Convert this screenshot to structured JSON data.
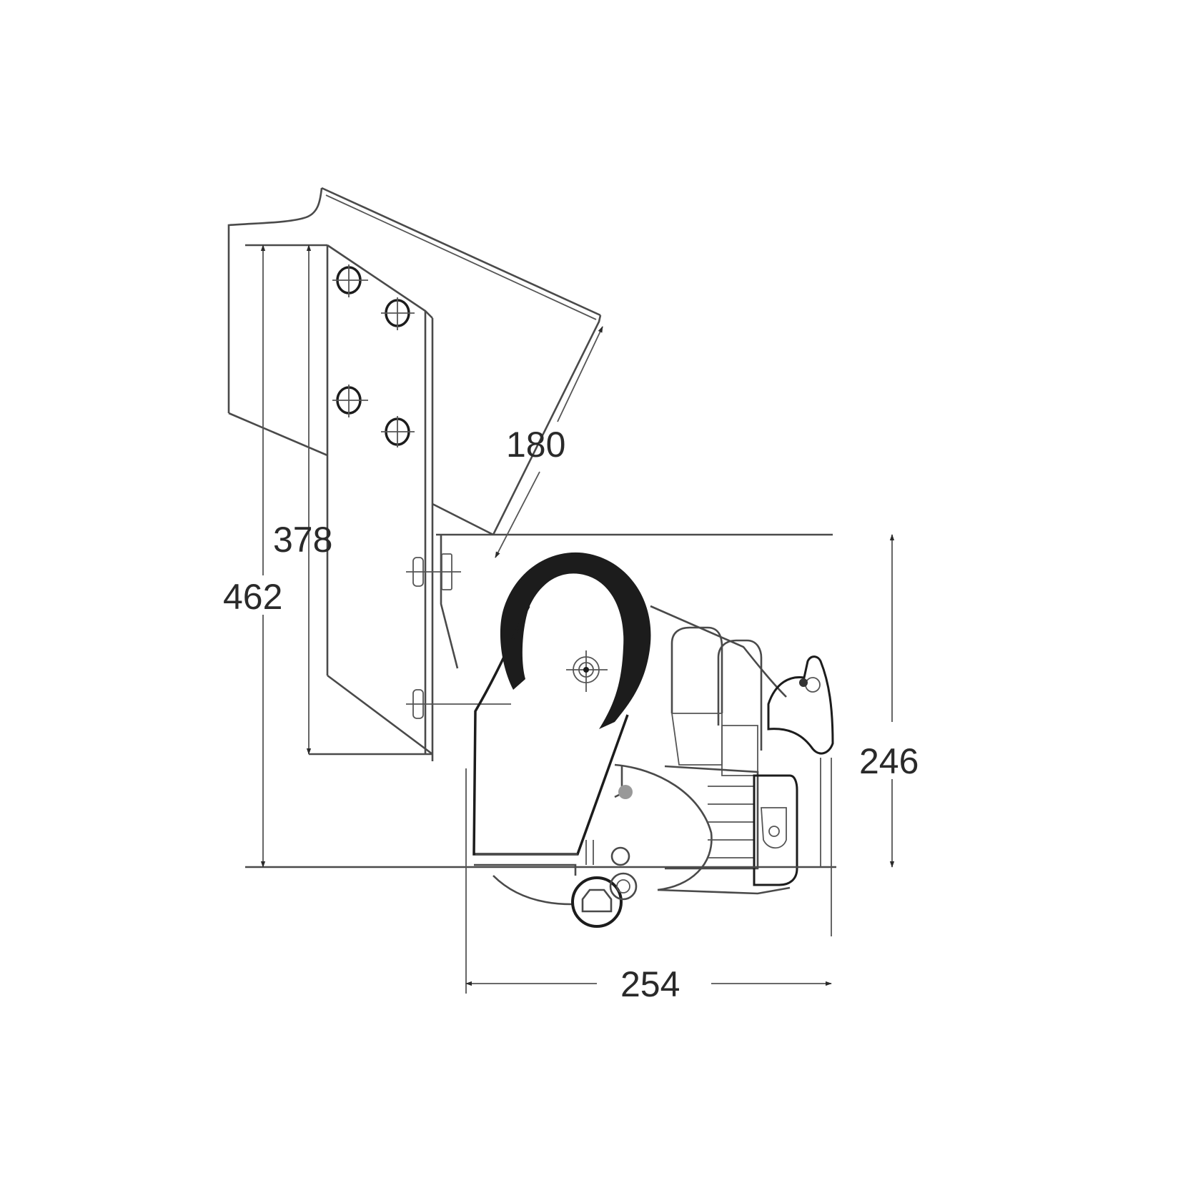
{
  "diagram": {
    "subject": "winch mounting bracket side view with dimensions",
    "line_color": "#4a4a4a",
    "drum_color": "#1c1c1c",
    "background": "#ffffff",
    "dimensions": {
      "overall_height": {
        "value": "462",
        "orientation": "vertical"
      },
      "plate_height": {
        "value": "378",
        "orientation": "vertical"
      },
      "angled_bracket": {
        "value": "180",
        "orientation": "angled"
      },
      "winch_height": {
        "value": "246",
        "orientation": "vertical"
      },
      "winch_width": {
        "value": "254",
        "orientation": "horizontal"
      }
    },
    "components": [
      {
        "name": "mounting-plate",
        "holes": 4
      },
      {
        "name": "angled-bracket-arm"
      },
      {
        "name": "winch-drum"
      },
      {
        "name": "winch-motor"
      },
      {
        "name": "hook"
      },
      {
        "name": "mounting-bolts",
        "count": 2
      }
    ]
  }
}
